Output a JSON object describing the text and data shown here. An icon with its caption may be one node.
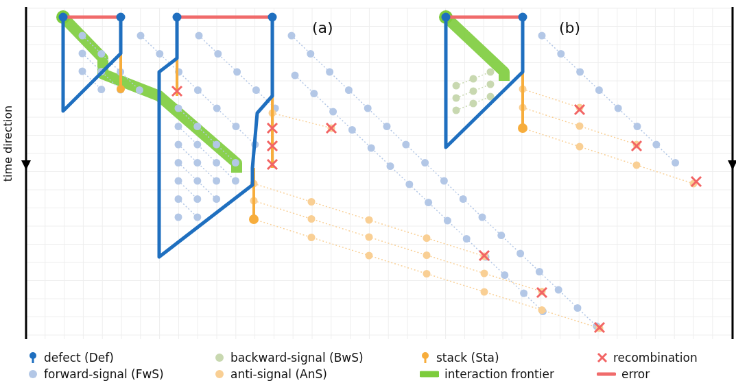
{
  "diagram": {
    "labels": [
      "(a)",
      "(b)",
      "time direction"
    ],
    "legend": [
      {
        "text": "defect (Def)"
      },
      {
        "text": "backward-signal (BwS)"
      },
      {
        "text": "stack (Sta)"
      },
      {
        "text": "recombination"
      },
      {
        "text": "forward-signal (FwS)"
      },
      {
        "text": "anti-signal (AnS)"
      },
      {
        "text": "interaction frontier"
      },
      {
        "text": "error"
      }
    ]
  }
}
